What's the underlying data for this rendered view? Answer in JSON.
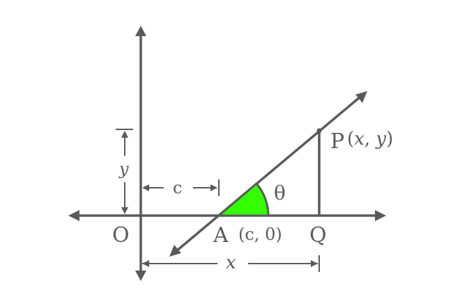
{
  "colors": {
    "stroke": "#5a5a5a",
    "angle_fill": "#33ff00",
    "background": "#ffffff"
  },
  "labels": {
    "origin": "O",
    "point_a": "A",
    "point_a_coords": "(c, 0)",
    "point_q": "Q",
    "point_p": "P",
    "point_p_coords_open": "(",
    "point_p_x": "x",
    "point_p_comma": ", ",
    "point_p_y": "y",
    "point_p_coords_close": ")",
    "angle": "θ",
    "dim_c": "c",
    "dim_x": "x",
    "dim_y": "y"
  }
}
